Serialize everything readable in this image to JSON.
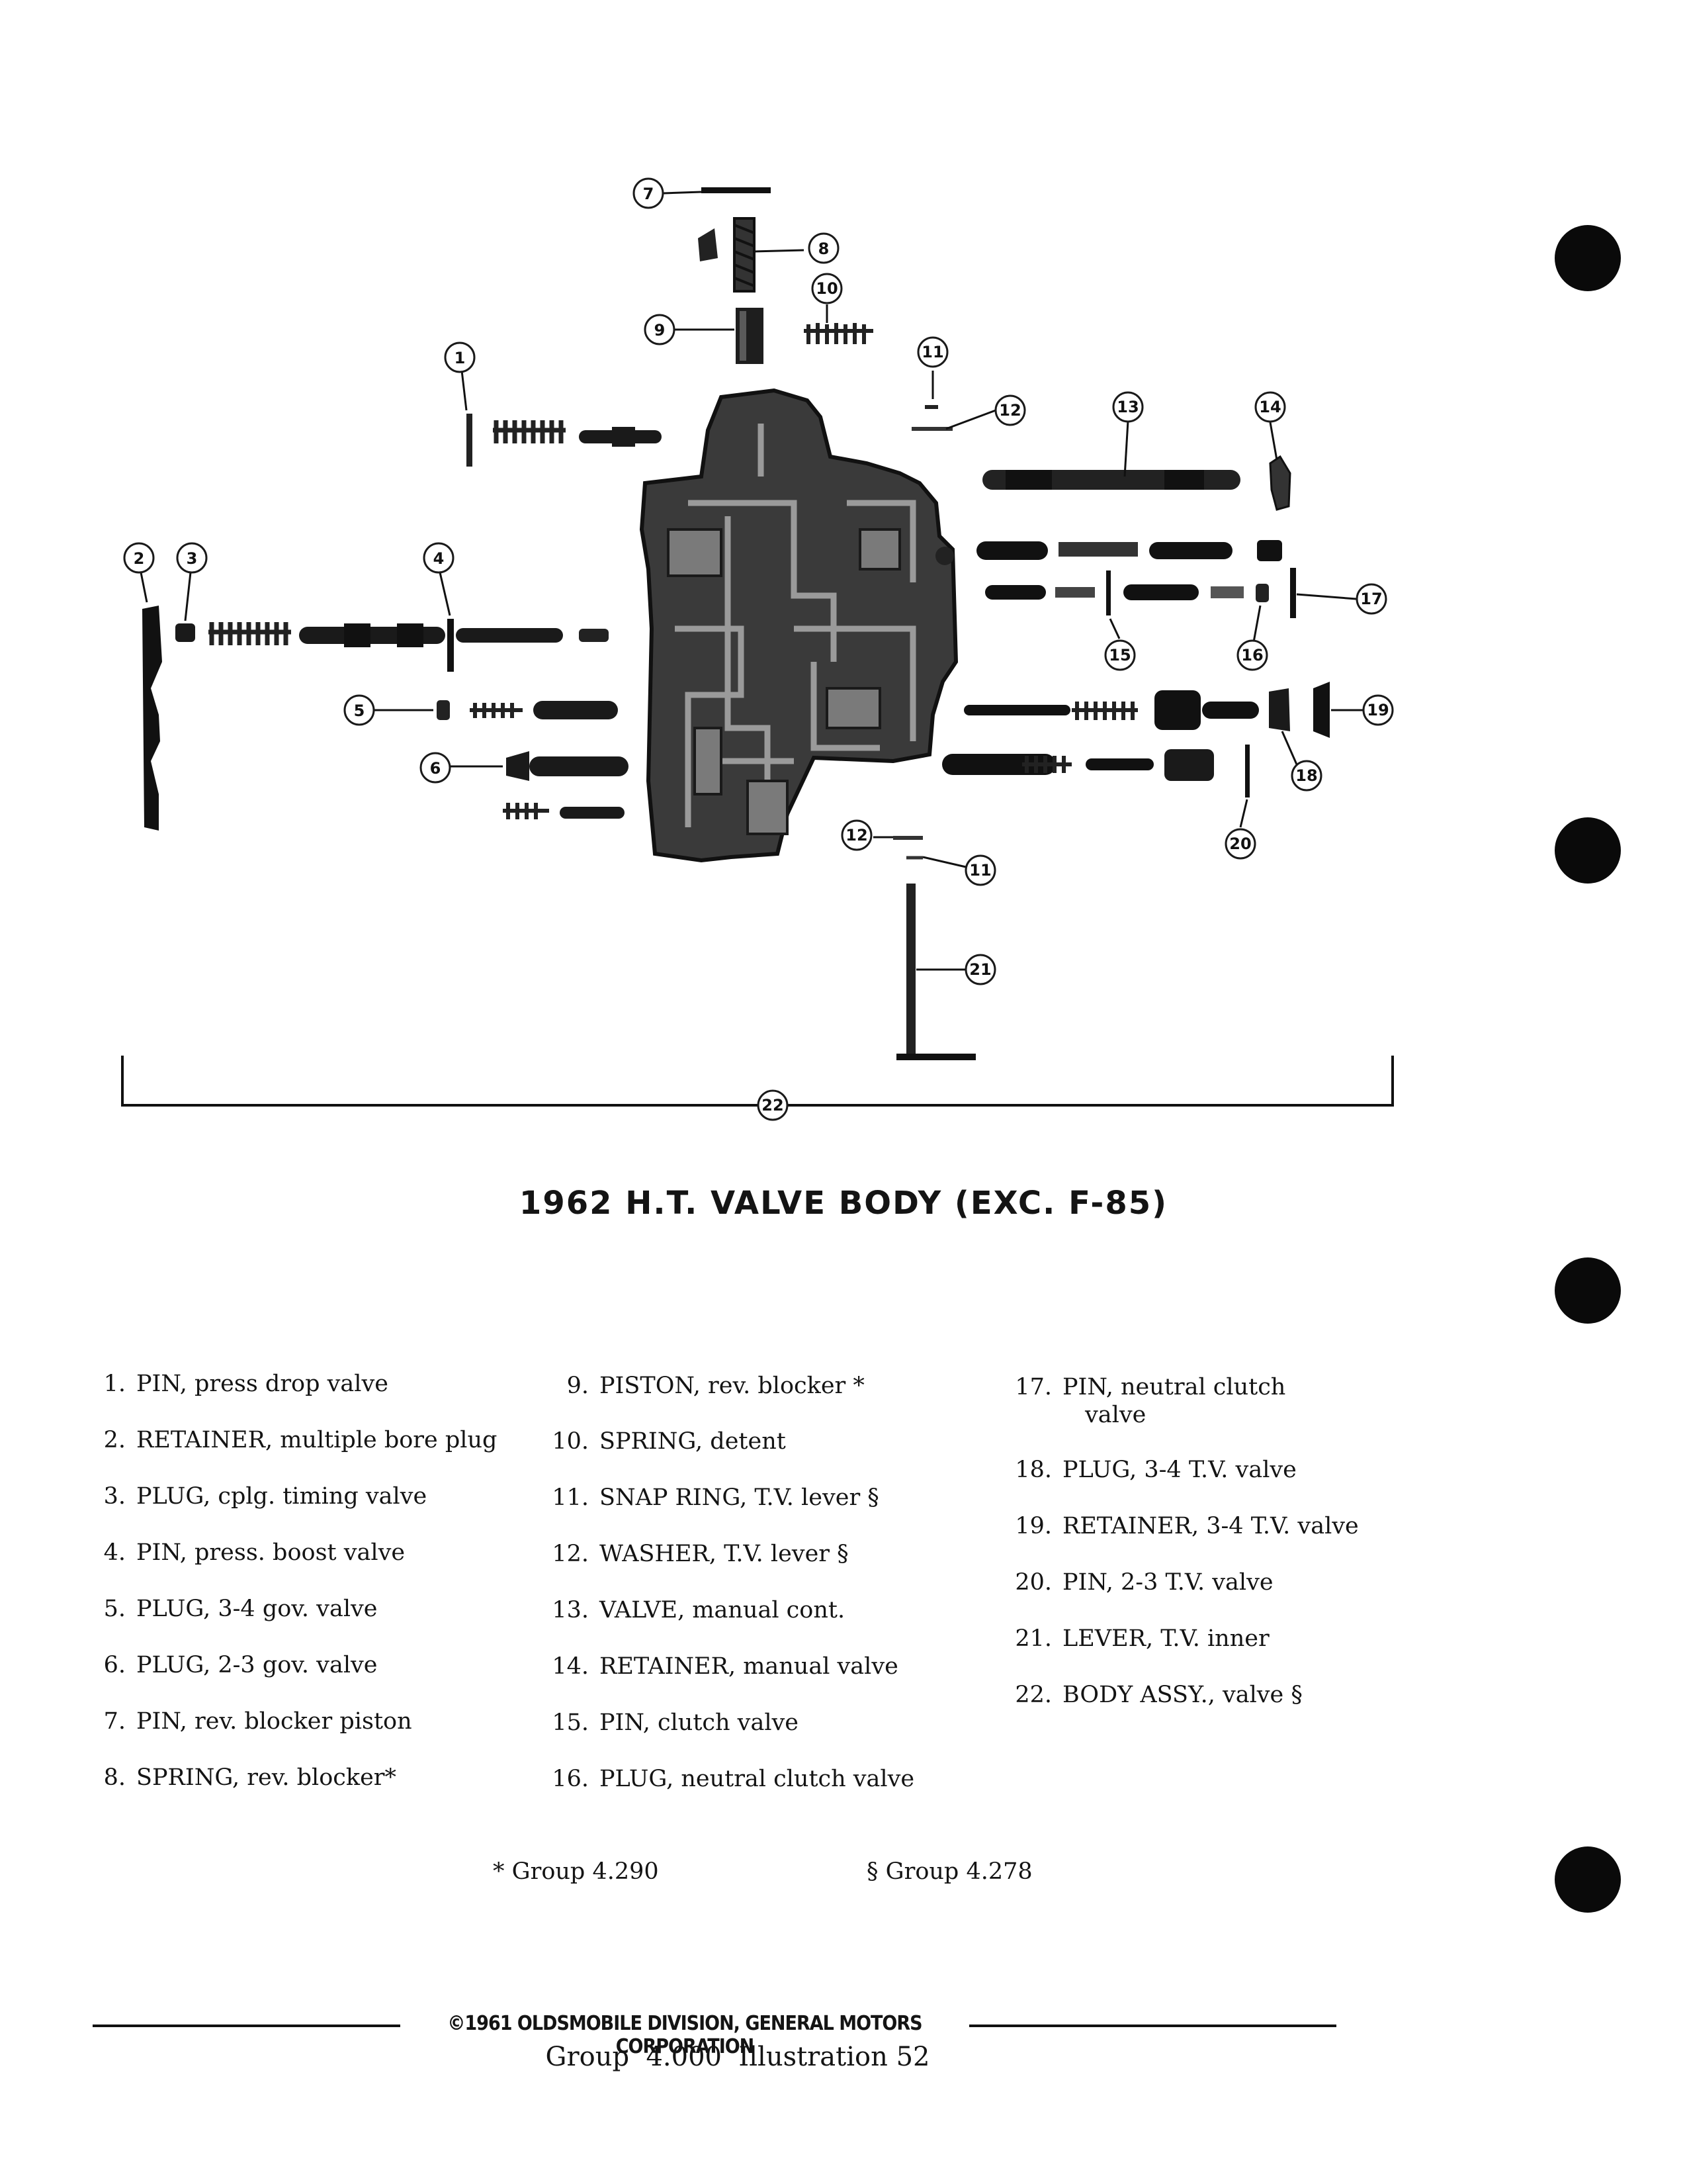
{
  "figure": {
    "callouts": [
      "1",
      "2",
      "3",
      "4",
      "5",
      "6",
      "7",
      "8",
      "9",
      "10",
      "11",
      "12",
      "13",
      "14",
      "15",
      "16",
      "17",
      "18",
      "19",
      "20",
      "21",
      "22",
      "12",
      "11"
    ]
  },
  "title": "1962 H.T. VALVE BODY (EXC. F-85)",
  "parts": {
    "col1": [
      {
        "num": "1.",
        "text": "PIN, press drop valve"
      },
      {
        "num": "2.",
        "text": "RETAINER, multiple bore plug"
      },
      {
        "num": "3.",
        "text": "PLUG, cplg. timing valve"
      },
      {
        "num": "4.",
        "text": "PIN, press. boost valve"
      },
      {
        "num": "5.",
        "text": "PLUG, 3-4 gov. valve"
      },
      {
        "num": "6.",
        "text": "PLUG, 2-3 gov. valve"
      },
      {
        "num": "7.",
        "text": "PIN, rev. blocker piston"
      },
      {
        "num": "8.",
        "text": "SPRING, rev. blocker*"
      }
    ],
    "col2": [
      {
        "num": "9.",
        "text": "PISTON, rev. blocker *"
      },
      {
        "num": "10.",
        "text": "SPRING, detent"
      },
      {
        "num": "11.",
        "text": "SNAP RING, T.V. lever §"
      },
      {
        "num": "12.",
        "text": "WASHER, T.V. lever §"
      },
      {
        "num": "13.",
        "text": "VALVE, manual cont."
      },
      {
        "num": "14.",
        "text": "RETAINER, manual valve"
      },
      {
        "num": "15.",
        "text": "PIN, clutch valve"
      },
      {
        "num": "16.",
        "text": "PLUG, neutral clutch valve"
      }
    ],
    "col3": [
      {
        "num": "17.",
        "text": "PIN, neutral clutch",
        "text2": "valve"
      },
      {
        "num": "18.",
        "text": "PLUG, 3-4 T.V. valve"
      },
      {
        "num": "19.",
        "text": "RETAINER, 3-4 T.V. valve"
      },
      {
        "num": "20.",
        "text": "PIN, 2-3 T.V. valve"
      },
      {
        "num": "21.",
        "text": "LEVER, T.V. inner"
      },
      {
        "num": "22.",
        "text": "BODY ASSY., valve §"
      }
    ]
  },
  "notes": {
    "star": "* Group 4.290",
    "section": "§ Group 4.278"
  },
  "footer": {
    "copyright": "©1961 OLDSMOBILE DIVISION, GENERAL MOTORS CORPORATION",
    "group_line": "Group  4.000  Illustration 52"
  }
}
